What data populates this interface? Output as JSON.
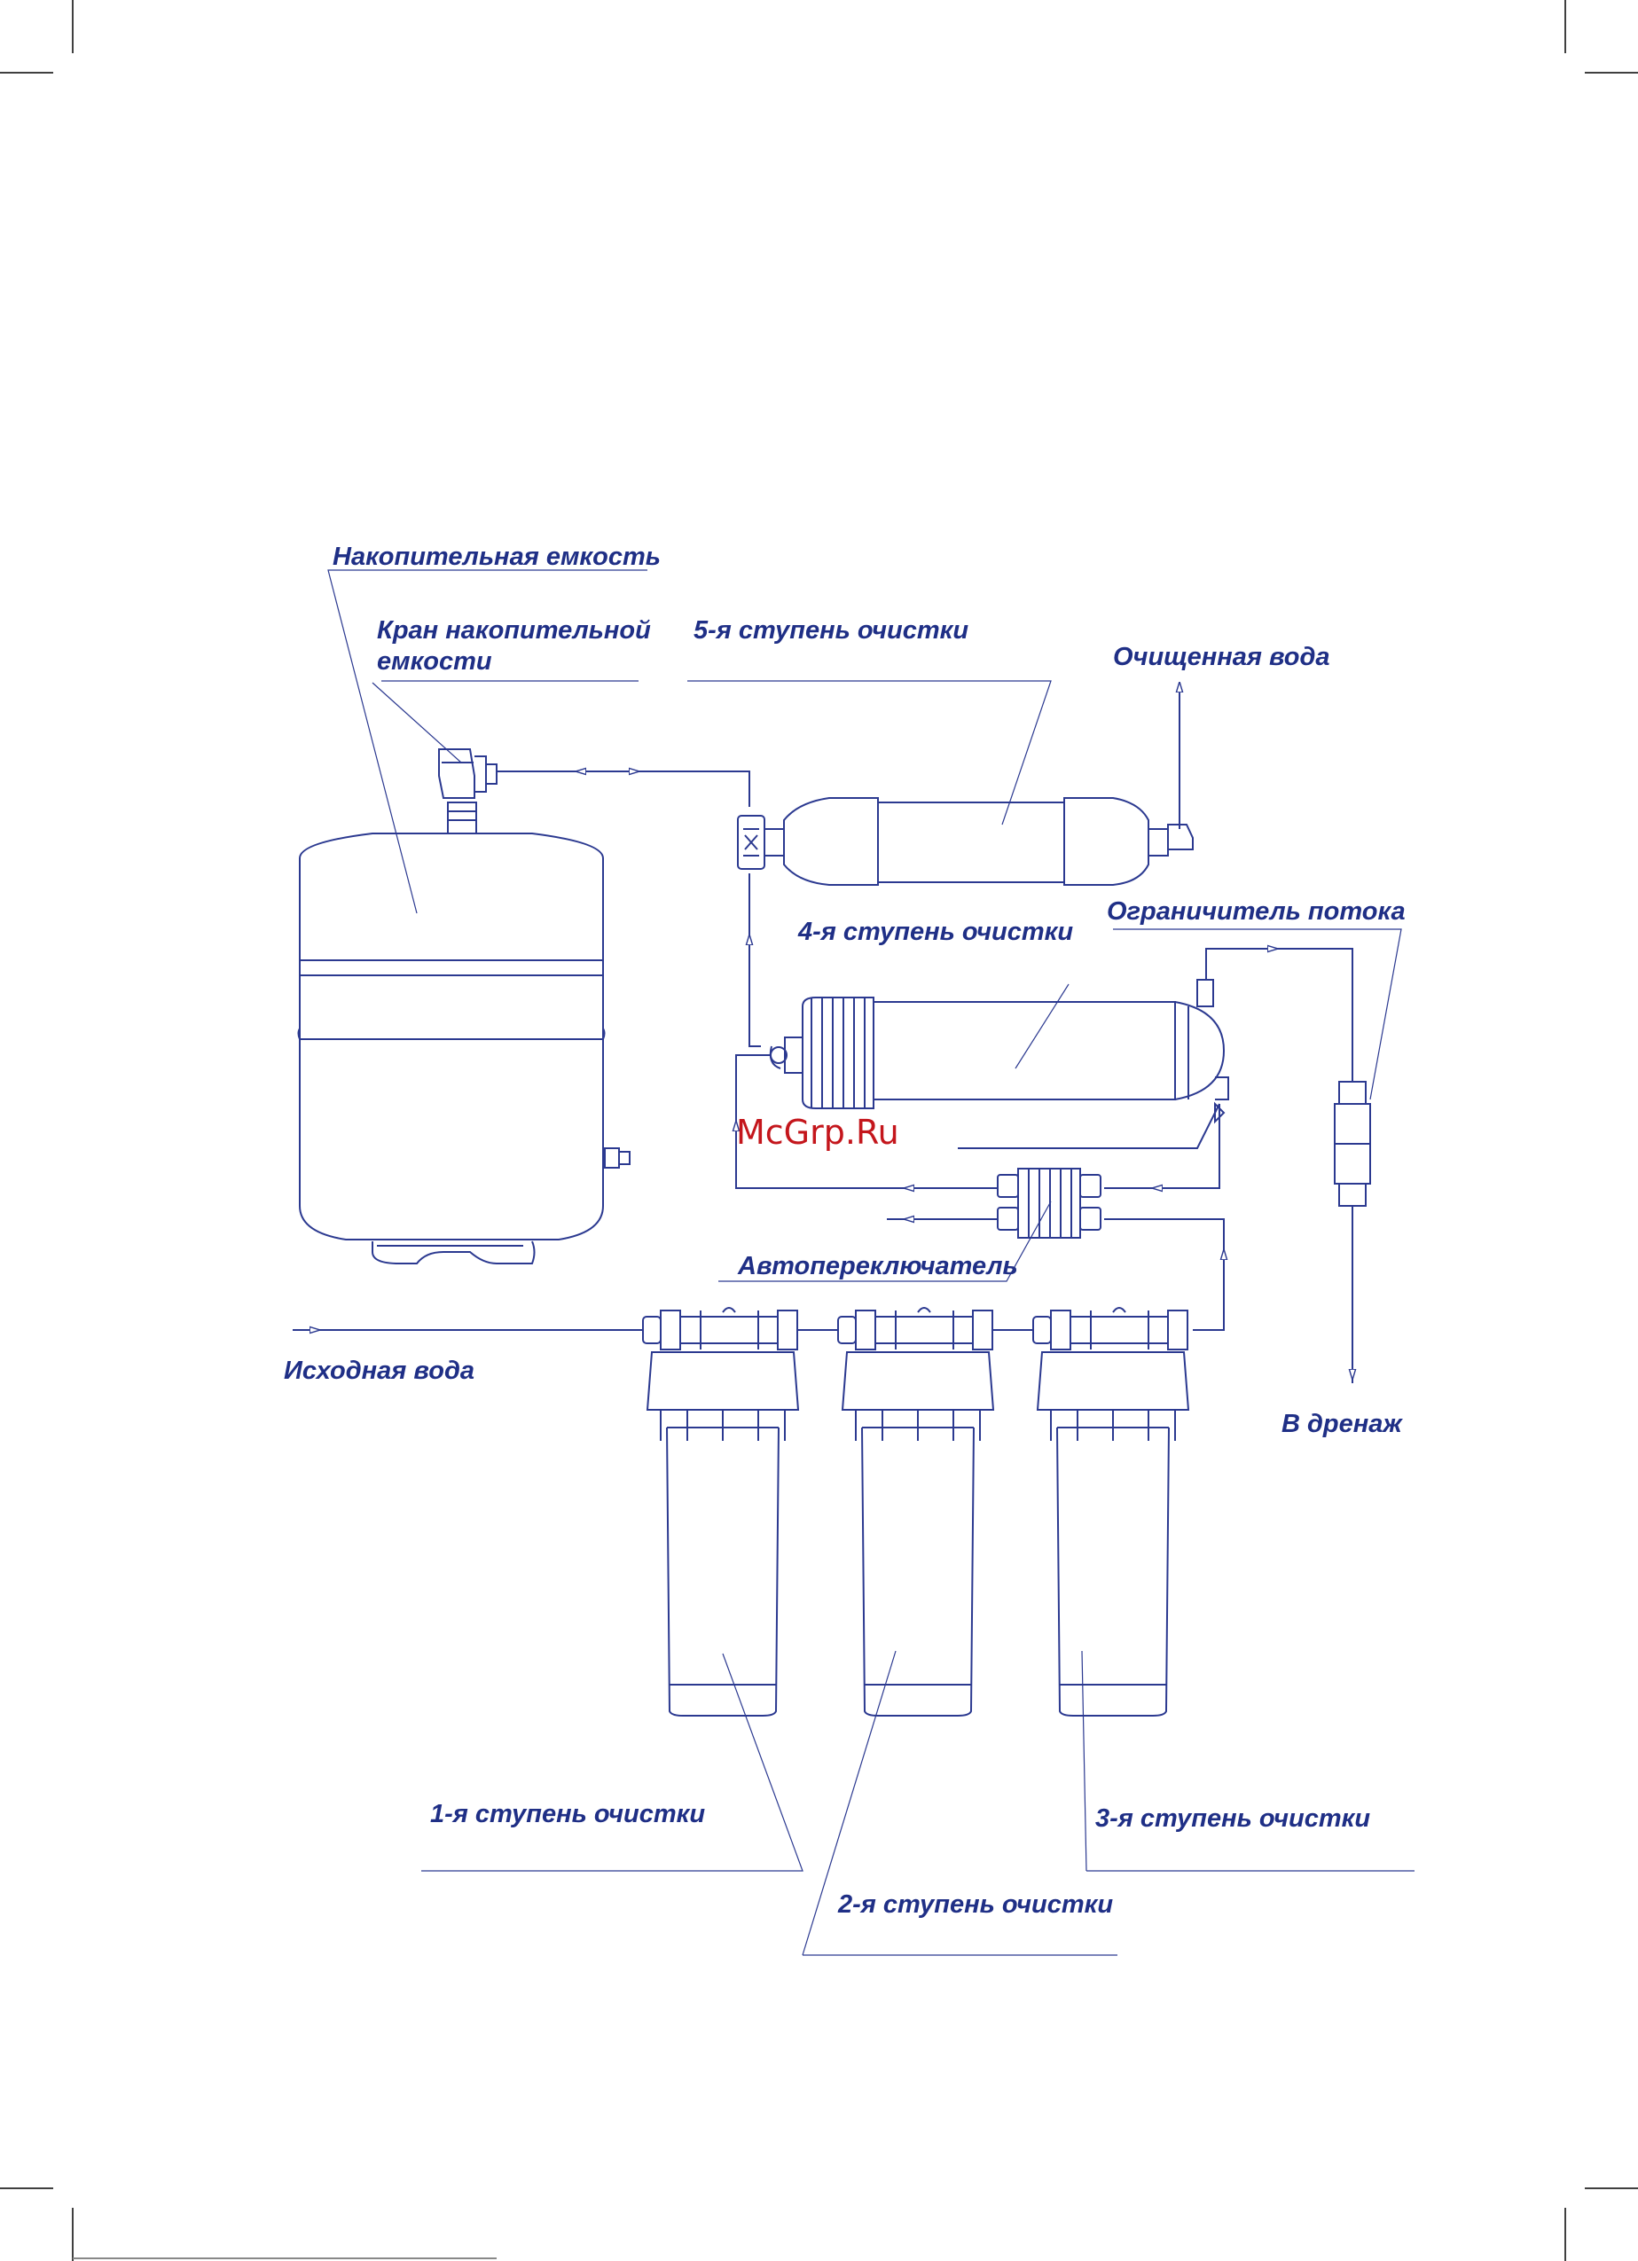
{
  "colors": {
    "line": "#2b3990",
    "text": "#1f2f86",
    "watermark": "#c4161c",
    "crop_marks": "#000000"
  },
  "labels": {
    "storage_tank": "Накопительная емкость",
    "tank_valve_line1": "Кран накопительной",
    "tank_valve_line2": "емкости",
    "stage5": "5-я ступень очистки",
    "purified_water": "Очищенная вода",
    "flow_restrictor": "Ограничитель потока",
    "stage4": "4-я ступень очистки",
    "auto_switch": "Автопереключатель",
    "source_water": "Исходная вода",
    "drain": "В дренаж",
    "stage1": "1-я ступень очистки",
    "stage2": "2-я ступень очистки",
    "stage3": "3-я ступень очистки"
  },
  "watermark": "McGrp.Ru"
}
